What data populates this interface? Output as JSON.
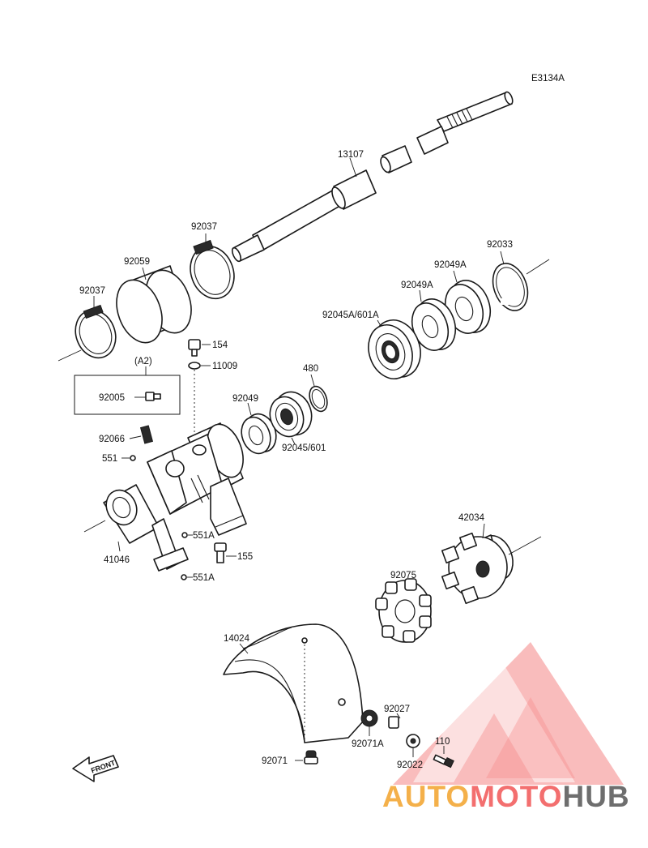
{
  "drawing_code": "E3134A",
  "parts": {
    "p13107": "13107",
    "p92037_top": "92037",
    "p92059": "92059",
    "p92037_left": "92037",
    "p92033": "92033",
    "p92049A_top": "92049A",
    "p92049A_mid": "92049A",
    "p92045A_601A": "92045A/601A",
    "p154": "154",
    "p11009": "11009",
    "p480": "480",
    "pA2": "(A2)",
    "p92005": "92005",
    "p92049": "92049",
    "p92045_601": "92045/601",
    "p92066": "92066",
    "p551": "551",
    "p551A_upper": "551A",
    "p155": "155",
    "p41046": "41046",
    "p551A_lower": "551A",
    "p42034": "42034",
    "p92075": "92075",
    "p14024": "14024",
    "p92027": "92027",
    "p92071A": "92071A",
    "p110": "110",
    "p92022": "92022",
    "p92071": "92071"
  },
  "front_arrow": "FRONT",
  "watermark": {
    "auto": "AUTO",
    "moto": "MOTO",
    "hub": "HUB",
    "colors": {
      "auto": "#f4b04a",
      "moto": "#f36f6f",
      "hub": "#6e6e6e"
    }
  }
}
